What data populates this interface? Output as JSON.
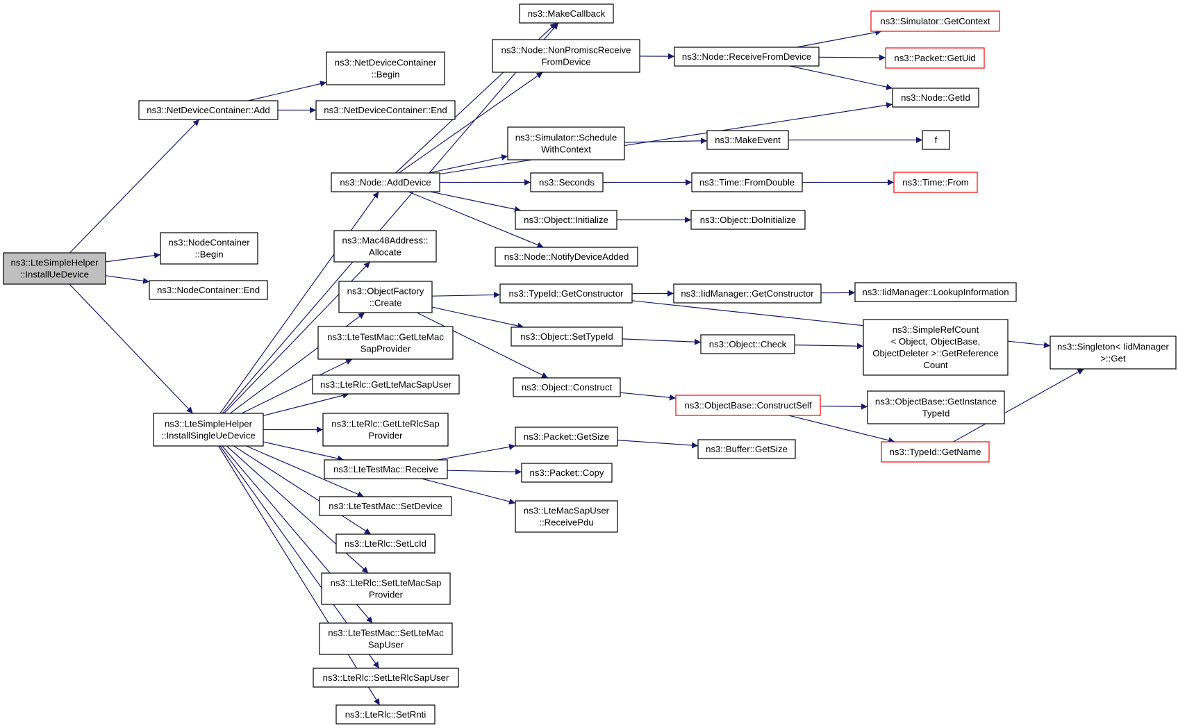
{
  "graph": {
    "colors": {
      "edge": "#191970",
      "node_border": "#000000",
      "node_border_truncated": "#ff0000",
      "root_fill": "#bfbfbf",
      "node_fill": "#ffffff"
    },
    "nodes": [
      {
        "id": "root",
        "lines": [
          "ns3::LteSimpleHelper",
          "::InstallUeDevice"
        ],
        "kind": "root"
      },
      {
        "id": "ndc_add",
        "lines": [
          "ns3::NetDeviceContainer::Add"
        ],
        "kind": "normal"
      },
      {
        "id": "ndc_begin",
        "lines": [
          "ns3::NetDeviceContainer",
          "::Begin"
        ],
        "kind": "normal"
      },
      {
        "id": "ndc_end",
        "lines": [
          "ns3::NetDeviceContainer::End"
        ],
        "kind": "normal"
      },
      {
        "id": "nc_begin",
        "lines": [
          "ns3::NodeContainer",
          "::Begin"
        ],
        "kind": "normal"
      },
      {
        "id": "nc_end",
        "lines": [
          "ns3::NodeContainer::End"
        ],
        "kind": "normal"
      },
      {
        "id": "install_single",
        "lines": [
          "ns3::LteSimpleHelper",
          "::InstallSingleUeDevice"
        ],
        "kind": "normal"
      },
      {
        "id": "make_callback",
        "lines": [
          "ns3::MakeCallback"
        ],
        "kind": "normal"
      },
      {
        "id": "nonpromisc",
        "lines": [
          "ns3::Node::NonPromiscReceive",
          "FromDevice"
        ],
        "kind": "normal"
      },
      {
        "id": "receive_from_device",
        "lines": [
          "ns3::Node::ReceiveFromDevice"
        ],
        "kind": "normal"
      },
      {
        "id": "sim_get_context",
        "lines": [
          "ns3::Simulator::GetContext"
        ],
        "kind": "truncated"
      },
      {
        "id": "packet_get_uid",
        "lines": [
          "ns3::Packet::GetUid"
        ],
        "kind": "truncated"
      },
      {
        "id": "node_get_id",
        "lines": [
          "ns3::Node::GetId"
        ],
        "kind": "normal"
      },
      {
        "id": "sim_schedule",
        "lines": [
          "ns3::Simulator::Schedule",
          "WithContext"
        ],
        "kind": "normal"
      },
      {
        "id": "make_event",
        "lines": [
          "ns3::MakeEvent"
        ],
        "kind": "normal"
      },
      {
        "id": "f",
        "lines": [
          "f"
        ],
        "kind": "normal"
      },
      {
        "id": "node_add_device",
        "lines": [
          "ns3::Node::AddDevice"
        ],
        "kind": "normal"
      },
      {
        "id": "seconds",
        "lines": [
          "ns3::Seconds"
        ],
        "kind": "normal"
      },
      {
        "id": "time_from_double",
        "lines": [
          "ns3::Time::FromDouble"
        ],
        "kind": "normal"
      },
      {
        "id": "time_from",
        "lines": [
          "ns3::Time::From"
        ],
        "kind": "truncated"
      },
      {
        "id": "object_initialize",
        "lines": [
          "ns3::Object::Initialize"
        ],
        "kind": "normal"
      },
      {
        "id": "object_do_initialize",
        "lines": [
          "ns3::Object::DoInitialize"
        ],
        "kind": "normal"
      },
      {
        "id": "node_notify",
        "lines": [
          "ns3::Node::NotifyDeviceAdded"
        ],
        "kind": "normal"
      },
      {
        "id": "mac48",
        "lines": [
          "ns3::Mac48Address::",
          "Allocate"
        ],
        "kind": "normal"
      },
      {
        "id": "objfactory_create",
        "lines": [
          "ns3::ObjectFactory",
          "::Create"
        ],
        "kind": "normal"
      },
      {
        "id": "typeid_get_ctor",
        "lines": [
          "ns3::TypeId::GetConstructor"
        ],
        "kind": "normal"
      },
      {
        "id": "iid_get_ctor",
        "lines": [
          "ns3::IidManager::GetConstructor"
        ],
        "kind": "normal"
      },
      {
        "id": "iid_lookup",
        "lines": [
          "ns3::IidManager::LookupInformation"
        ],
        "kind": "normal"
      },
      {
        "id": "singleton_get",
        "lines": [
          "ns3::Singleton< IidManager",
          " >::Get"
        ],
        "kind": "normal"
      },
      {
        "id": "object_set_typeid",
        "lines": [
          "ns3::Object::SetTypeId"
        ],
        "kind": "normal"
      },
      {
        "id": "object_check",
        "lines": [
          "ns3::Object::Check"
        ],
        "kind": "normal"
      },
      {
        "id": "simple_refcount",
        "lines": [
          "ns3::SimpleRefCount",
          "< Object, ObjectBase,",
          " ObjectDeleter >::GetReference",
          "Count"
        ],
        "kind": "normal"
      },
      {
        "id": "object_construct",
        "lines": [
          "ns3::Object::Construct"
        ],
        "kind": "normal"
      },
      {
        "id": "objbase_construct_self",
        "lines": [
          "ns3::ObjectBase::ConstructSelf"
        ],
        "kind": "truncated"
      },
      {
        "id": "objbase_get_instance",
        "lines": [
          "ns3::ObjectBase::GetInstance",
          "TypeId"
        ],
        "kind": "normal"
      },
      {
        "id": "typeid_get_name",
        "lines": [
          "ns3::TypeId::GetName"
        ],
        "kind": "truncated"
      },
      {
        "id": "ltetestmac_getsap",
        "lines": [
          "ns3::LteTestMac::GetLteMac",
          "SapProvider"
        ],
        "kind": "normal"
      },
      {
        "id": "lterlc_getmacsapuser",
        "lines": [
          "ns3::LteRlc::GetLteMacSapUser"
        ],
        "kind": "normal"
      },
      {
        "id": "lterlc_getrlcsap",
        "lines": [
          "ns3::LteRlc::GetLteRlcSap",
          "Provider"
        ],
        "kind": "normal"
      },
      {
        "id": "ltetestmac_receive",
        "lines": [
          "ns3::LteTestMac::Receive"
        ],
        "kind": "normal"
      },
      {
        "id": "packet_get_size",
        "lines": [
          "ns3::Packet::GetSize"
        ],
        "kind": "normal"
      },
      {
        "id": "buffer_get_size",
        "lines": [
          "ns3::Buffer::GetSize"
        ],
        "kind": "normal"
      },
      {
        "id": "packet_copy",
        "lines": [
          "ns3::Packet::Copy"
        ],
        "kind": "normal"
      },
      {
        "id": "ltemacsapuser_receive",
        "lines": [
          "ns3::LteMacSapUser",
          "::ReceivePdu"
        ],
        "kind": "normal"
      },
      {
        "id": "ltetestmac_setdevice",
        "lines": [
          "ns3::LteTestMac::SetDevice"
        ],
        "kind": "normal"
      },
      {
        "id": "lterlc_setlcid",
        "lines": [
          "ns3::LteRlc::SetLcId"
        ],
        "kind": "normal"
      },
      {
        "id": "lterlc_setmacsap",
        "lines": [
          "ns3::LteRlc::SetLteMacSap",
          "Provider"
        ],
        "kind": "normal"
      },
      {
        "id": "ltetestmac_setmacsapuser",
        "lines": [
          "ns3::LteTestMac::SetLteMac",
          "SapUser"
        ],
        "kind": "normal"
      },
      {
        "id": "lterlc_setrlcsapuser",
        "lines": [
          "ns3::LteRlc::SetLteRlcSapUser"
        ],
        "kind": "normal"
      },
      {
        "id": "lterlc_setrnti",
        "lines": [
          "ns3::LteRlc::SetRnti"
        ],
        "kind": "normal"
      }
    ],
    "edges": [
      [
        "root",
        "ndc_add"
      ],
      [
        "root",
        "nc_begin"
      ],
      [
        "root",
        "nc_end"
      ],
      [
        "root",
        "install_single"
      ],
      [
        "ndc_add",
        "ndc_begin"
      ],
      [
        "ndc_add",
        "ndc_end"
      ],
      [
        "install_single",
        "make_callback"
      ],
      [
        "install_single",
        "node_add_device"
      ],
      [
        "install_single",
        "mac48"
      ],
      [
        "install_single",
        "objfactory_create"
      ],
      [
        "install_single",
        "ltetestmac_getsap"
      ],
      [
        "install_single",
        "lterlc_getmacsapuser"
      ],
      [
        "install_single",
        "lterlc_getrlcsap"
      ],
      [
        "install_single",
        "ltetestmac_receive"
      ],
      [
        "install_single",
        "ltetestmac_setdevice"
      ],
      [
        "install_single",
        "lterlc_setlcid"
      ],
      [
        "install_single",
        "lterlc_setmacsap"
      ],
      [
        "install_single",
        "ltetestmac_setmacsapuser"
      ],
      [
        "install_single",
        "lterlc_setrlcsapuser"
      ],
      [
        "install_single",
        "lterlc_setrnti"
      ],
      [
        "node_add_device",
        "make_callback"
      ],
      [
        "node_add_device",
        "nonpromisc"
      ],
      [
        "node_add_device",
        "node_get_id"
      ],
      [
        "node_add_device",
        "sim_schedule"
      ],
      [
        "node_add_device",
        "seconds"
      ],
      [
        "node_add_device",
        "object_initialize"
      ],
      [
        "node_add_device",
        "node_notify"
      ],
      [
        "nonpromisc",
        "receive_from_device"
      ],
      [
        "receive_from_device",
        "sim_get_context"
      ],
      [
        "receive_from_device",
        "packet_get_uid"
      ],
      [
        "receive_from_device",
        "node_get_id"
      ],
      [
        "sim_schedule",
        "make_event"
      ],
      [
        "make_event",
        "f"
      ],
      [
        "seconds",
        "time_from_double"
      ],
      [
        "time_from_double",
        "time_from"
      ],
      [
        "object_initialize",
        "object_do_initialize"
      ],
      [
        "objfactory_create",
        "typeid_get_ctor"
      ],
      [
        "objfactory_create",
        "object_set_typeid"
      ],
      [
        "objfactory_create",
        "object_construct"
      ],
      [
        "typeid_get_ctor",
        "iid_get_ctor"
      ],
      [
        "typeid_get_ctor",
        "singleton_get"
      ],
      [
        "iid_get_ctor",
        "iid_lookup"
      ],
      [
        "object_set_typeid",
        "object_check"
      ],
      [
        "object_check",
        "simple_refcount"
      ],
      [
        "object_construct",
        "objbase_construct_self"
      ],
      [
        "objbase_construct_self",
        "objbase_get_instance"
      ],
      [
        "objbase_construct_self",
        "typeid_get_name"
      ],
      [
        "typeid_get_name",
        "singleton_get"
      ],
      [
        "ltetestmac_receive",
        "packet_get_size"
      ],
      [
        "ltetestmac_receive",
        "packet_copy"
      ],
      [
        "ltetestmac_receive",
        "ltemacsapuser_receive"
      ],
      [
        "packet_get_size",
        "buffer_get_size"
      ]
    ]
  }
}
